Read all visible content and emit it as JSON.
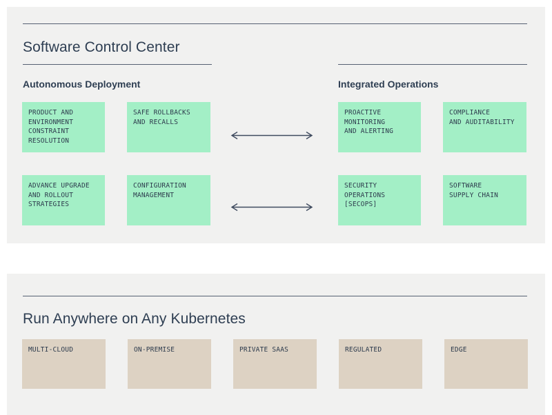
{
  "colors": {
    "page_background": "#ffffff",
    "panel_background": "#f1f1f0",
    "feature_box_green": "#a3efc6",
    "environment_box_tan": "#ddd2c3",
    "ink_navy": "#2e3e52",
    "rule_line": "#556072"
  },
  "control_center": {
    "title": "Software Control Center",
    "columns": [
      {
        "heading": "Autonomous Deployment",
        "boxes": [
          "PRODUCT AND\nENVIRONMENT\nCONSTRAINT\nRESOLUTION",
          "SAFE ROLLBACKS\nAND RECALLS",
          "ADVANCE UPGRADE\nAND ROLLOUT\nSTRATEGIES",
          "CONFIGURATION\nMANAGEMENT"
        ]
      },
      {
        "heading": "Integrated Operations",
        "boxes": [
          "PROACTIVE\nMONITORING\nAND ALERTING",
          "COMPLIANCE\nAND AUDITABILITY",
          "SECURITY\nOPERATIONS\n[SECOPS]",
          "SOFTWARE\nSUPPLY CHAIN"
        ]
      }
    ]
  },
  "run_anywhere": {
    "title": "Run Anywhere on Any Kubernetes",
    "environments": [
      "MULTI-CLOUD",
      "ON-PREMISE",
      "PRIVATE SAAS",
      "REGULATED",
      "EDGE"
    ]
  }
}
